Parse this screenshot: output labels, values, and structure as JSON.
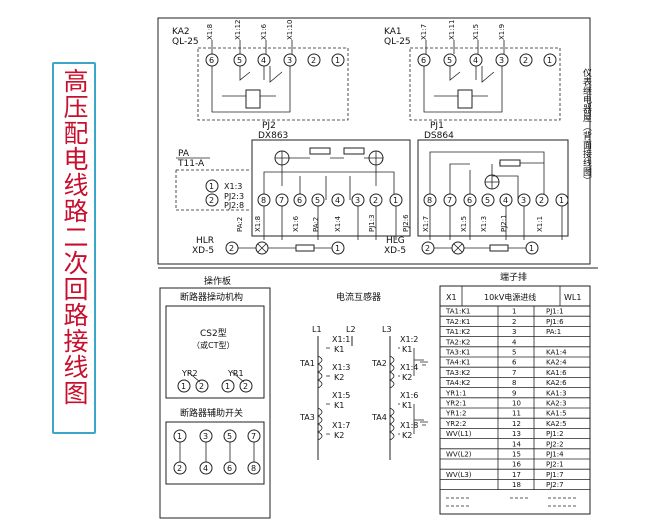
{
  "title": "高压配电线路二次回路接线图",
  "panel_label": "仪表继电器屋（背面接线图）",
  "relays": [
    {
      "name": "KA2",
      "model": "QL-25",
      "terminals": [
        "X1:8",
        "X1:12",
        "X1:6",
        "X1:10"
      ],
      "pins": [
        "6",
        "5",
        "4",
        "3",
        "2",
        "1"
      ]
    },
    {
      "name": "KA1",
      "model": "QL-25",
      "terminals": [
        "X1:7",
        "X1:11",
        "X1:5",
        "X1:9"
      ],
      "pins": [
        "6",
        "5",
        "4",
        "3",
        "2",
        "1"
      ]
    }
  ],
  "meters": [
    {
      "name": "PJ2",
      "model": "DX863",
      "terminals": [
        "PA:2",
        "X1:8",
        "X1:6",
        "PA:2",
        "X1:4",
        "PJ1:3"
      ],
      "pins": [
        "8",
        "7",
        "6",
        "5",
        "4",
        "3",
        "2",
        "1"
      ]
    },
    {
      "name": "PJ1",
      "model": "DS864",
      "terminals": [
        "PJ2:6",
        "X1:7",
        "X1:5",
        "X1:3",
        "PJ2:1",
        "X1:1"
      ],
      "pins": [
        "8",
        "7",
        "6",
        "5",
        "4",
        "3",
        "2",
        "1"
      ]
    }
  ],
  "ammeter": {
    "name": "PA",
    "model": "T11-A",
    "rows": [
      {
        "pin": "1",
        "ref": "X1:3"
      },
      {
        "pin": "2",
        "ref": "PJ2:3"
      },
      {
        "pin": "",
        "ref": "PJ2:8"
      }
    ]
  },
  "lamps": [
    {
      "name": "HLR",
      "model": "XD-5",
      "pins": [
        "2",
        "1"
      ]
    },
    {
      "name": "HLG",
      "model": "XD-5",
      "pins": [
        "2",
        "1"
      ]
    }
  ],
  "operation_panel": {
    "title": "操作板",
    "mechanism_title": "断路器操动机构",
    "cs_label": "CS2型",
    "cs_sub": "（或CT型）",
    "coils": [
      {
        "name": "YR2",
        "pins": [
          "1",
          "2"
        ]
      },
      {
        "name": "YR1",
        "pins": [
          "1",
          "2"
        ]
      }
    ],
    "aux_title": "断路器辅助开关",
    "aux_top": [
      "1",
      "3",
      "5",
      "7"
    ],
    "aux_bottom": [
      "2",
      "4",
      "6",
      "8"
    ]
  },
  "ct": {
    "title": "电流互感器",
    "phases": [
      "L1",
      "L2",
      "L3"
    ],
    "units": [
      {
        "name": "TA1",
        "t1": "X1:1",
        "t2": "X1:3"
      },
      {
        "name": "TA2",
        "t1": "X1:2",
        "t2": "X1:4"
      },
      {
        "name": "TA3",
        "t1": "X1:5",
        "t2": "X1:7"
      },
      {
        "name": "TA4",
        "t1": "X1:6",
        "t2": "X1:8"
      }
    ],
    "k1": "K1",
    "k2": "K2"
  },
  "terminal_block": {
    "title": "端子排",
    "header_left": "X1",
    "header_mid": "10kV电源进线",
    "header_right": "WL1",
    "rows": [
      {
        "left": "TA1:K1",
        "num": "1",
        "right": "PJ1:1"
      },
      {
        "left": "TA2:K1",
        "num": "2",
        "right": "PJ1:6"
      },
      {
        "left": "TA1:K2",
        "num": "3",
        "right": "PA:1"
      },
      {
        "left": "TA2:K2",
        "num": "4",
        "right": ""
      },
      {
        "left": "TA3:K1",
        "num": "5",
        "right": "KA1:4"
      },
      {
        "left": "TA4:K1",
        "num": "6",
        "right": "KA2:4"
      },
      {
        "left": "TA3:K2",
        "num": "7",
        "right": "KA1:6"
      },
      {
        "left": "TA4:K2",
        "num": "8",
        "right": "KA2:6"
      },
      {
        "left": "YR1:1",
        "num": "9",
        "right": "KA1:3"
      },
      {
        "left": "YR2:1",
        "num": "10",
        "right": "KA2:3"
      },
      {
        "left": "YR1:2",
        "num": "11",
        "right": "KA1:5"
      },
      {
        "left": "YR2:2",
        "num": "12",
        "right": "KA2:5"
      },
      {
        "left": "WV(L1)",
        "num": "13",
        "right": "PJ1:2"
      },
      {
        "left": "",
        "num": "14",
        "right": "PJ2:2"
      },
      {
        "left": "WV(L2)",
        "num": "15",
        "right": "PJ1:4"
      },
      {
        "left": "",
        "num": "16",
        "right": "PJ2:1"
      },
      {
        "left": "WV(L3)",
        "num": "17",
        "right": "PJ1:7"
      },
      {
        "left": "",
        "num": "18",
        "right": "PJ2:7"
      }
    ]
  }
}
